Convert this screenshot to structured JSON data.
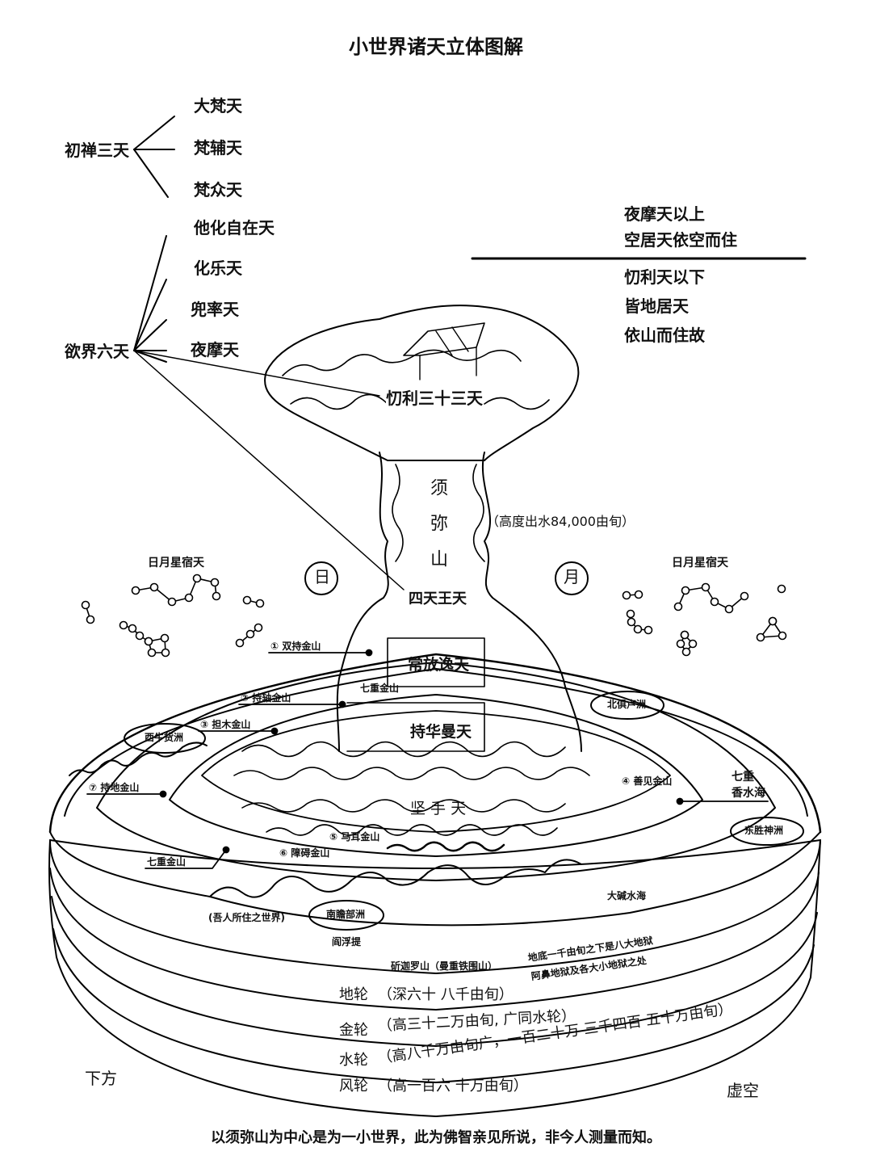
{
  "title": "小世界诸天立体图解",
  "form_realm": {
    "group": "初禅三天",
    "items": [
      "大梵天",
      "梵辅天",
      "梵众天"
    ]
  },
  "desire_realm": {
    "group": "欲界六天",
    "items": [
      "他化自在天",
      "化乐天",
      "兜率天",
      "夜摩天"
    ]
  },
  "note_upper": [
    "夜摩天以上",
    "空居天依空而住"
  ],
  "note_lower": [
    "忉利天以下",
    "皆地居天",
    "依山而住故"
  ],
  "heavens": {
    "trayastrimsa": "忉利三十三天",
    "sumeru": "须弥山",
    "sumeru_height": "（高度出水84,000由旬）",
    "four_kings": "四天王天",
    "changfangyi": "常放逸天",
    "chihuaman": "持华曼天",
    "jianshou": "坚 手 天"
  },
  "sun": "日",
  "moon": "月",
  "stars_left": "日月星宿天",
  "stars_right": "日月星宿天",
  "mountains": {
    "m1": "① 双持金山",
    "m2": "② 持轴金山",
    "m3": "③ 担木金山",
    "m4": "④ 善见金山",
    "m5": "⑤ 马耳金山",
    "m6": "⑥ 障碍金山",
    "m7": "⑦ 持地金山",
    "seven_a": "七重金山",
    "seven_b": "七重金山"
  },
  "seas": {
    "fragrant_1": "七重",
    "fragrant_2": "香水海",
    "salt": "大碱水海"
  },
  "continents": {
    "north": "北俱卢洲",
    "west": "西牛货洲",
    "east": "东胜神洲",
    "south": "南瞻部洲",
    "south_alias": "阎浮提",
    "human_world": "(吾人所住之世界)"
  },
  "iron_ring": "斫迦罗山（曼重铁围山）",
  "hell_1": "地底一千由旬之下是八大地狱",
  "hell_2": "阿鼻地狱及各大小地狱之处",
  "wheels": [
    {
      "name": "地轮",
      "desc": "（深六十 八千由旬）"
    },
    {
      "name": "金轮",
      "desc": "（高三十二万由旬, 广同水轮）"
    },
    {
      "name": "水轮",
      "desc": "（高八千万由旬广，一百二十万 三千四百 五十万由旬）"
    },
    {
      "name": "风轮",
      "desc": "（高一百六 十万由旬）"
    }
  ],
  "below": "下方",
  "void": "虚空",
  "footer": "以须弥山为中心是为一小世界，此为佛智亲见所说，非今人测量而知。"
}
